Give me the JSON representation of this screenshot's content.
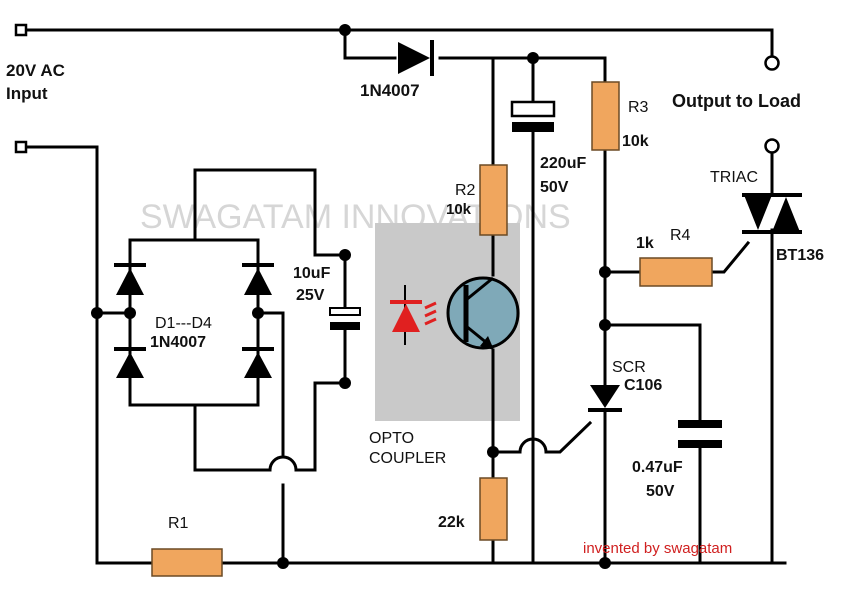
{
  "input": {
    "line1": "20V AC",
    "line2": "Input"
  },
  "output": {
    "label": "Output to Load"
  },
  "components": {
    "diode_top": {
      "part": "1N4007"
    },
    "bridge": {
      "name": "D1---D4",
      "part": "1N4007"
    },
    "cap_small": {
      "value": "10uF",
      "voltage": "25V"
    },
    "cap_big": {
      "value": "220uF",
      "voltage": "50V"
    },
    "cap_snubber": {
      "value": "0.47uF",
      "voltage": "50V"
    },
    "r1": {
      "name": "R1"
    },
    "r2": {
      "name": "R2",
      "value": "10k"
    },
    "r3": {
      "name": "R3",
      "value": "10k"
    },
    "r4": {
      "name": "R4",
      "value": "1k"
    },
    "r_bottom": {
      "value": "22k"
    },
    "opto": {
      "line1": "OPTO",
      "line2": "COUPLER"
    },
    "scr": {
      "name": "SCR",
      "part": "C106"
    },
    "triac": {
      "name": "TRIAC",
      "part": "BT136"
    }
  },
  "watermark": {
    "line1": "SWAGATAM INNOVATIONS"
  },
  "credit": {
    "text": "invented by swagatam"
  },
  "colors": {
    "resistor_fill": "#F0A65E",
    "led_red": "#E02020",
    "transistor_fill": "#7FA9B8",
    "opto_box": "#C9C9C9",
    "credit_red": "#D02020"
  }
}
